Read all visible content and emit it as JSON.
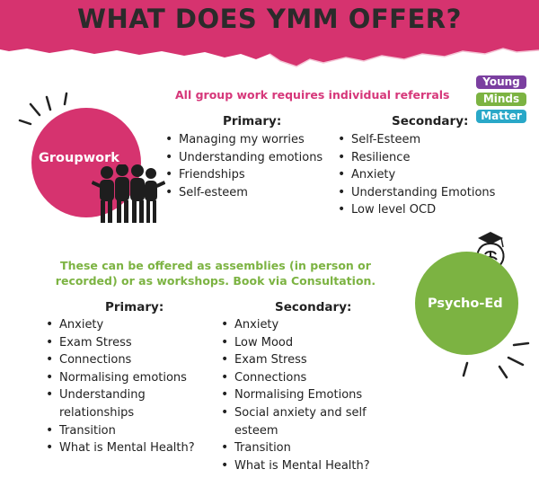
{
  "header": {
    "title": "WHAT DOES YMM OFFER?"
  },
  "logo": {
    "line1": "Young",
    "line2": "Minds",
    "line3": "Matter"
  },
  "groupwork": {
    "note": "All group work requires individual referrals",
    "circle_label": "Groupwork",
    "primary": {
      "heading": "Primary:",
      "items": [
        "Managing my worries",
        "Understanding emotions",
        "Friendships",
        "Self-esteem"
      ]
    },
    "secondary": {
      "heading": "Secondary:",
      "items": [
        "Self-Esteem",
        "Resilience",
        "Anxiety",
        "Understanding Emotions",
        "Low level OCD"
      ]
    }
  },
  "psychoed": {
    "note": "These can be offered as assemblies (in person or recorded) or as workshops. Book via Consultation.",
    "circle_label": "Psycho-Ed",
    "primary": {
      "heading": "Primary:",
      "items": [
        "Anxiety",
        "Exam Stress",
        "Connections",
        "Normalising emotions",
        "Understanding relationships",
        "Transition",
        "What is Mental Health?"
      ]
    },
    "secondary": {
      "heading": "Secondary:",
      "items": [
        "Anxiety",
        "Low Mood",
        "Exam Stress",
        "Connections",
        "Normalising Emotions",
        "Social anxiety and self esteem",
        "Transition",
        "What is Mental Health?"
      ]
    }
  },
  "colors": {
    "pink": "#d6336f",
    "green": "#7cb342"
  }
}
